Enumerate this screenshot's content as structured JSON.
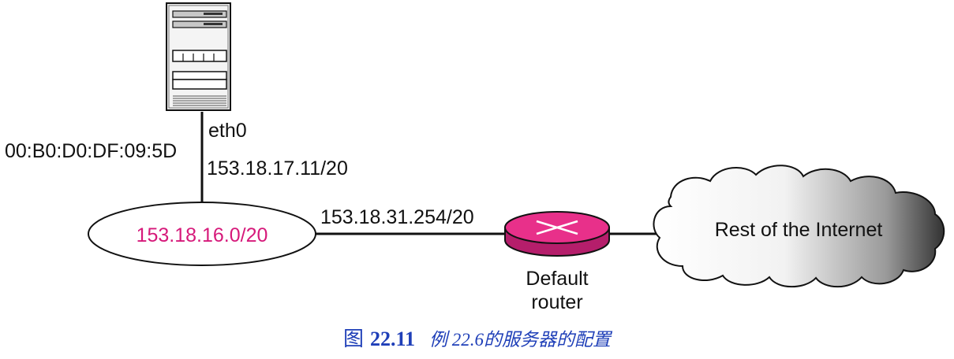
{
  "server": {
    "interface": "eth0",
    "mac": "00:B0:D0:DF:09:5D",
    "ip": "153.18.17.11/20",
    "icon": "server-icon"
  },
  "network": {
    "address": "153.18.16.0/20",
    "address_color": "#d6197a"
  },
  "router": {
    "ip": "153.18.31.254/20",
    "label_line1": "Default",
    "label_line2": "router",
    "color": "#e8308a",
    "icon": "router-icon"
  },
  "internet": {
    "label": "Rest of the Internet",
    "icon": "cloud-icon"
  },
  "caption": {
    "prefix": "图",
    "number": "22.11",
    "text": "例 22.6的服务器的配置",
    "color": "#1f3fb8"
  }
}
